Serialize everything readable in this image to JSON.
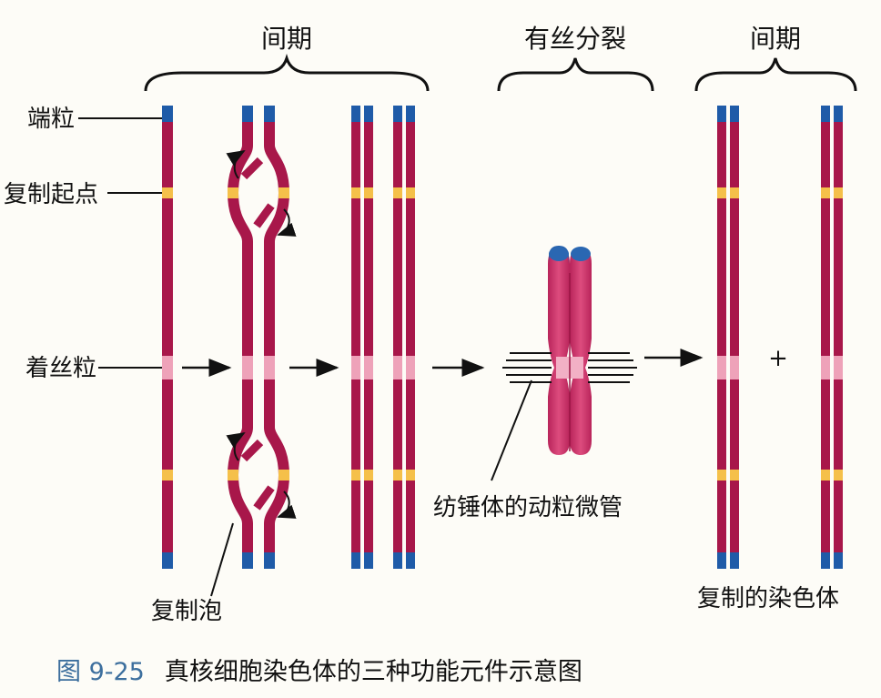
{
  "headers": {
    "interphase_left": "间期",
    "mitosis": "有丝分裂",
    "interphase_right": "间期"
  },
  "labels": {
    "telomere": "端粒",
    "replication_origin": "复制起点",
    "centromere": "着丝粒",
    "replication_bubble": "复制泡",
    "kinetochore_microtubules": "纺锤体的动粒微管",
    "replicated_chromosomes": "复制的染色体",
    "plus": "+"
  },
  "caption": {
    "number": "图 9-25",
    "text": "真核细胞染色体的三种功能元件示意图"
  },
  "colors": {
    "chromatid": "#a8174a",
    "telomere": "#1f5ba8",
    "origin": "#f5c04a",
    "centromere": "#eea2b9",
    "condensed": "#cf3b6d",
    "caption_number": "#3d6f9e"
  }
}
